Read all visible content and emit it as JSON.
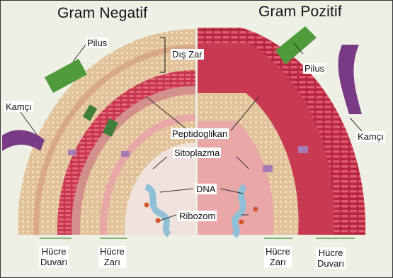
{
  "titles": {
    "negative": "Gram Negatif",
    "positive": "Gram Pozitif"
  },
  "labels": {
    "pilus_left": "Pilus",
    "pilus_right": "Pilus",
    "outer_membrane": "Dış Zar",
    "flagellum_left": "Kamçı",
    "flagellum_right": "Kamçı",
    "peptidoglycan": "Peptidoglikan",
    "cytoplasm": "Sitoplazma",
    "dna": "DNA",
    "ribosome": "Ribozom"
  },
  "captions": {
    "neg_wall_l1": "Hücre",
    "neg_wall_l2": "Duvarı",
    "neg_membrane_l1": "Hücre",
    "neg_membrane_l2": "Zarı",
    "pos_membrane_l1": "Hücre",
    "pos_membrane_l2": "Zarı",
    "pos_wall_l1": "Hücre",
    "pos_wall_l2": "Duvarı"
  },
  "colors": {
    "lipid": "#e8c9a0",
    "peptidoglycan": "#c8354d",
    "cytoplasm": "#e9a7a8",
    "pilus": "#4f9a3a",
    "flagellum": "#7b3a86",
    "dna": "#8fc0d8",
    "ribosome": "#d4572f"
  }
}
